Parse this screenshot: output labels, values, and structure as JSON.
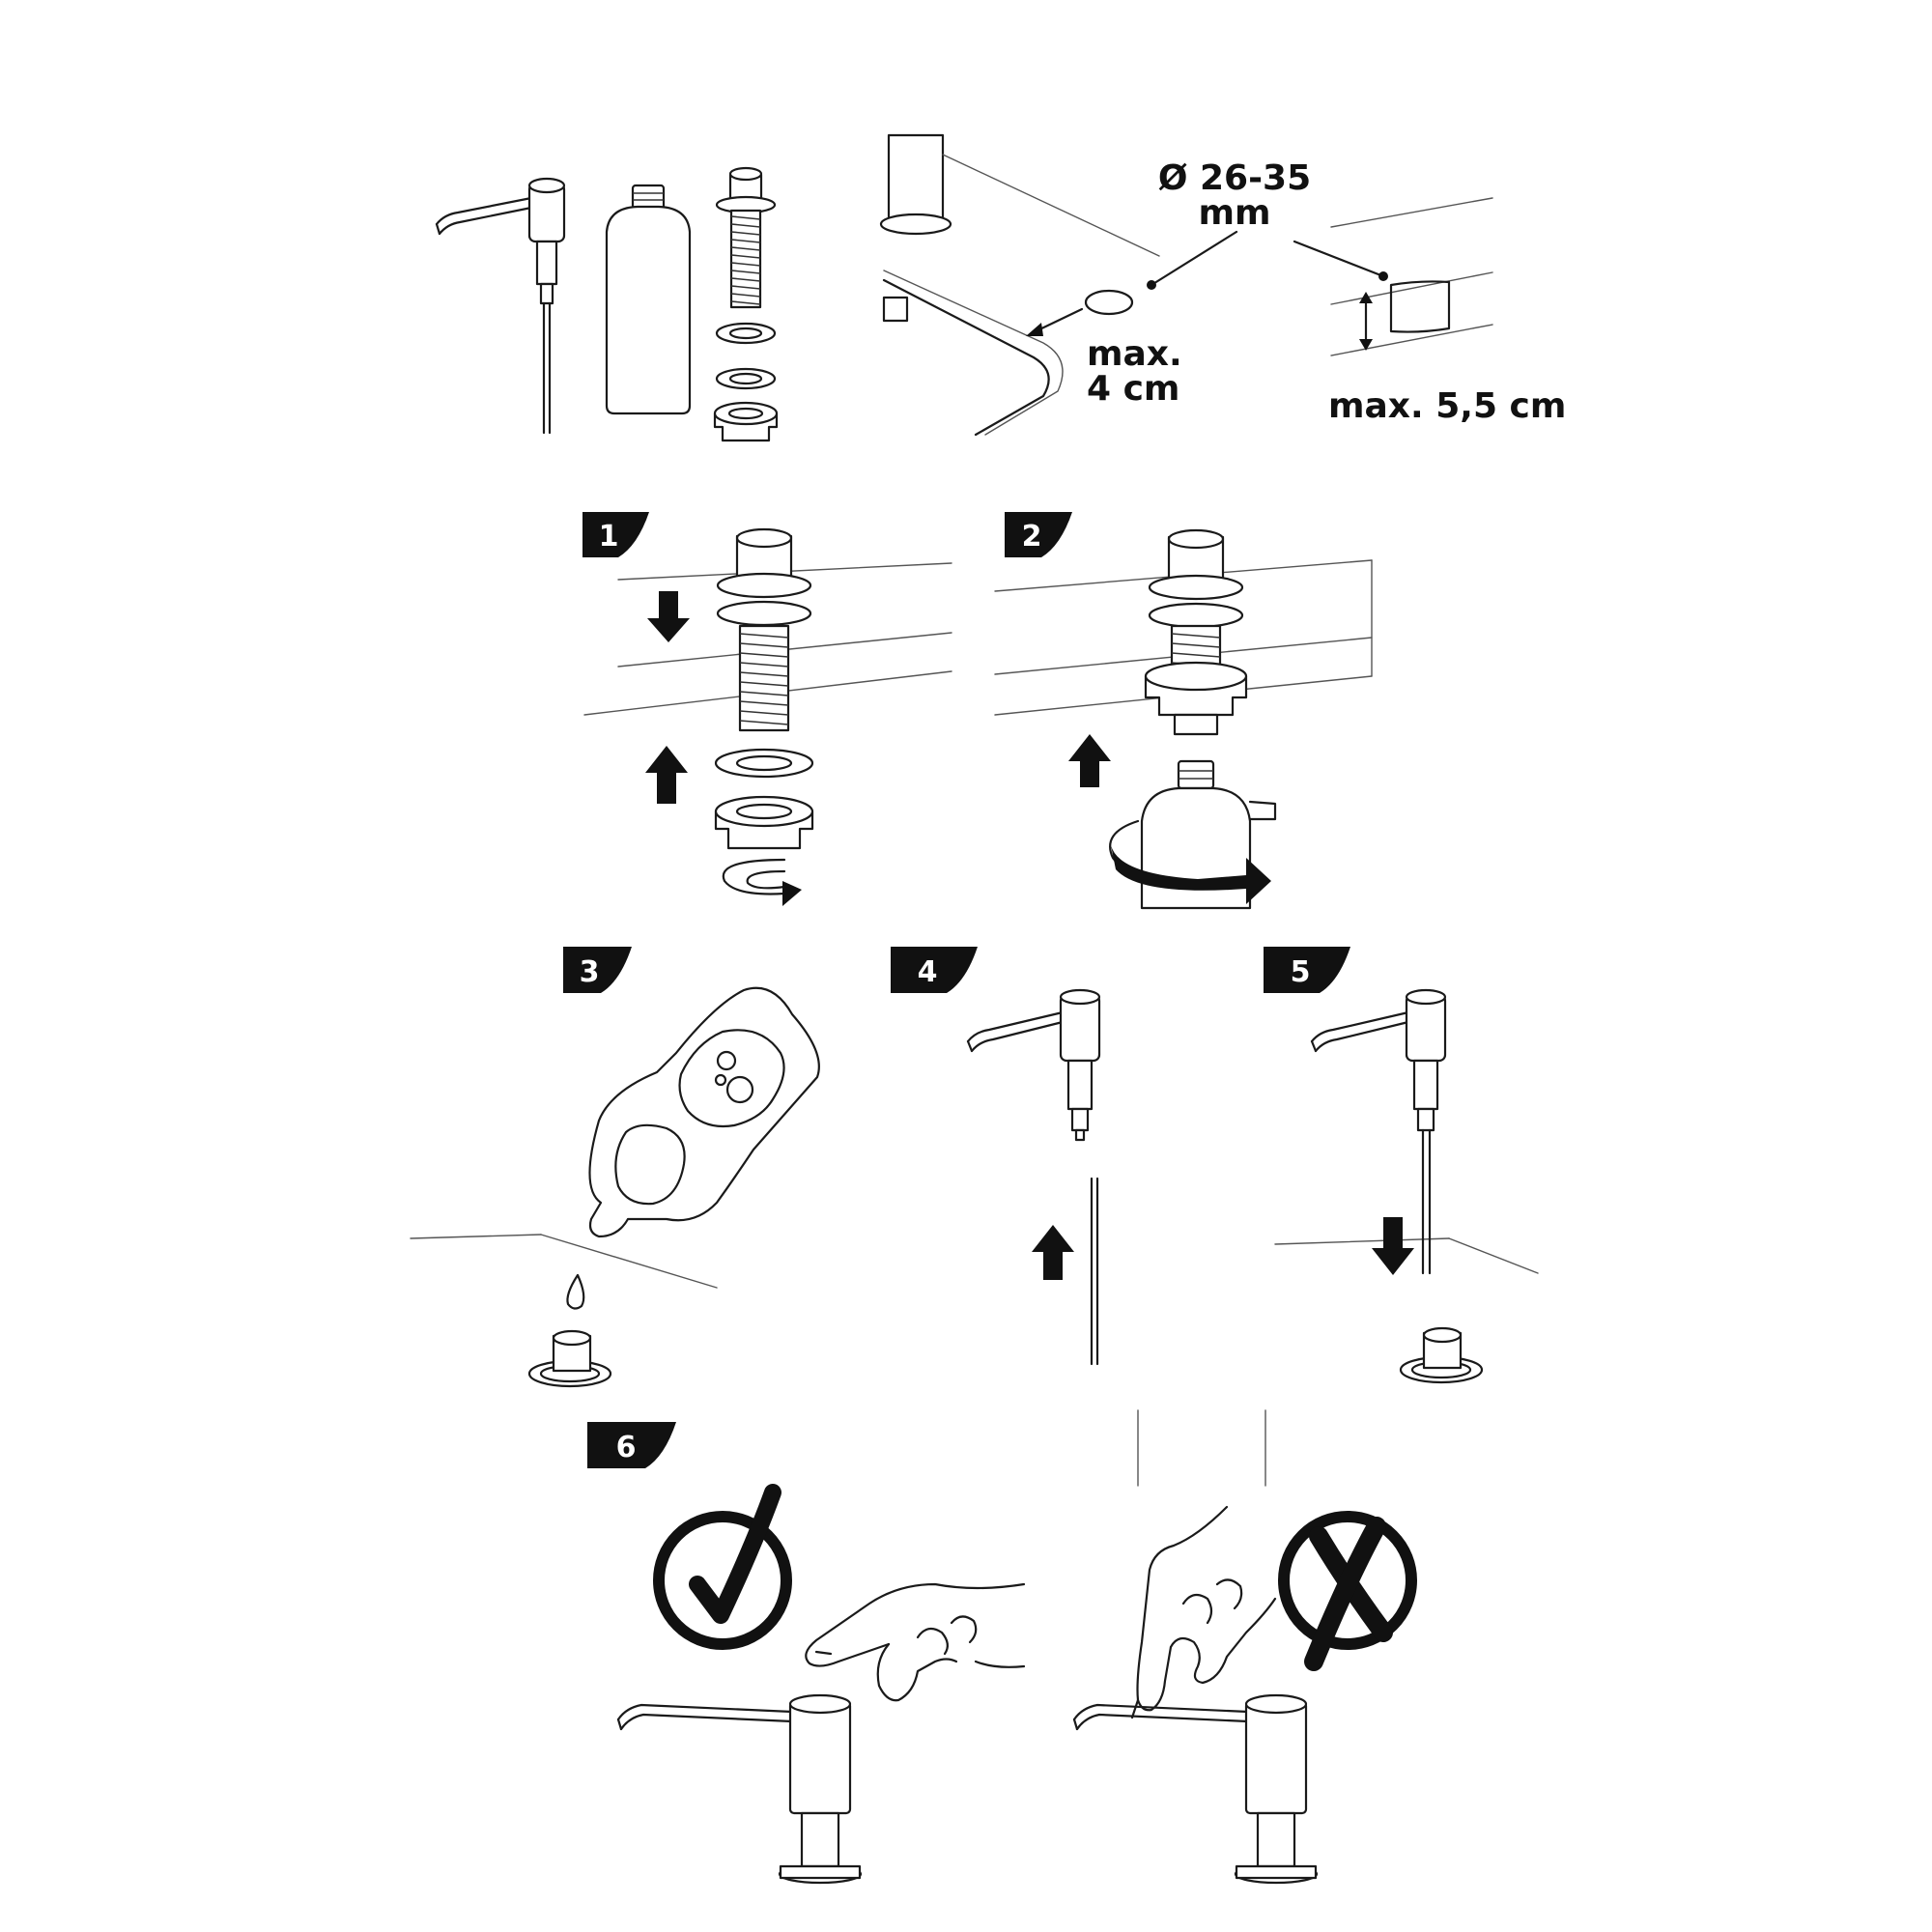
{
  "dimensions": {
    "hole_diameter_line1": "Ø 26-35",
    "hole_diameter_line2": "mm",
    "sink_gap_line1": "max.",
    "sink_gap_line2": "4 cm",
    "counter_thickness": "max. 5,5 cm"
  },
  "steps": [
    {
      "number": "1"
    },
    {
      "number": "2"
    },
    {
      "number": "3"
    },
    {
      "number": "4"
    },
    {
      "number": "5"
    },
    {
      "number": "6"
    }
  ],
  "icons": {
    "correct": "check-circle-icon",
    "wrong": "cross-circle-icon"
  }
}
